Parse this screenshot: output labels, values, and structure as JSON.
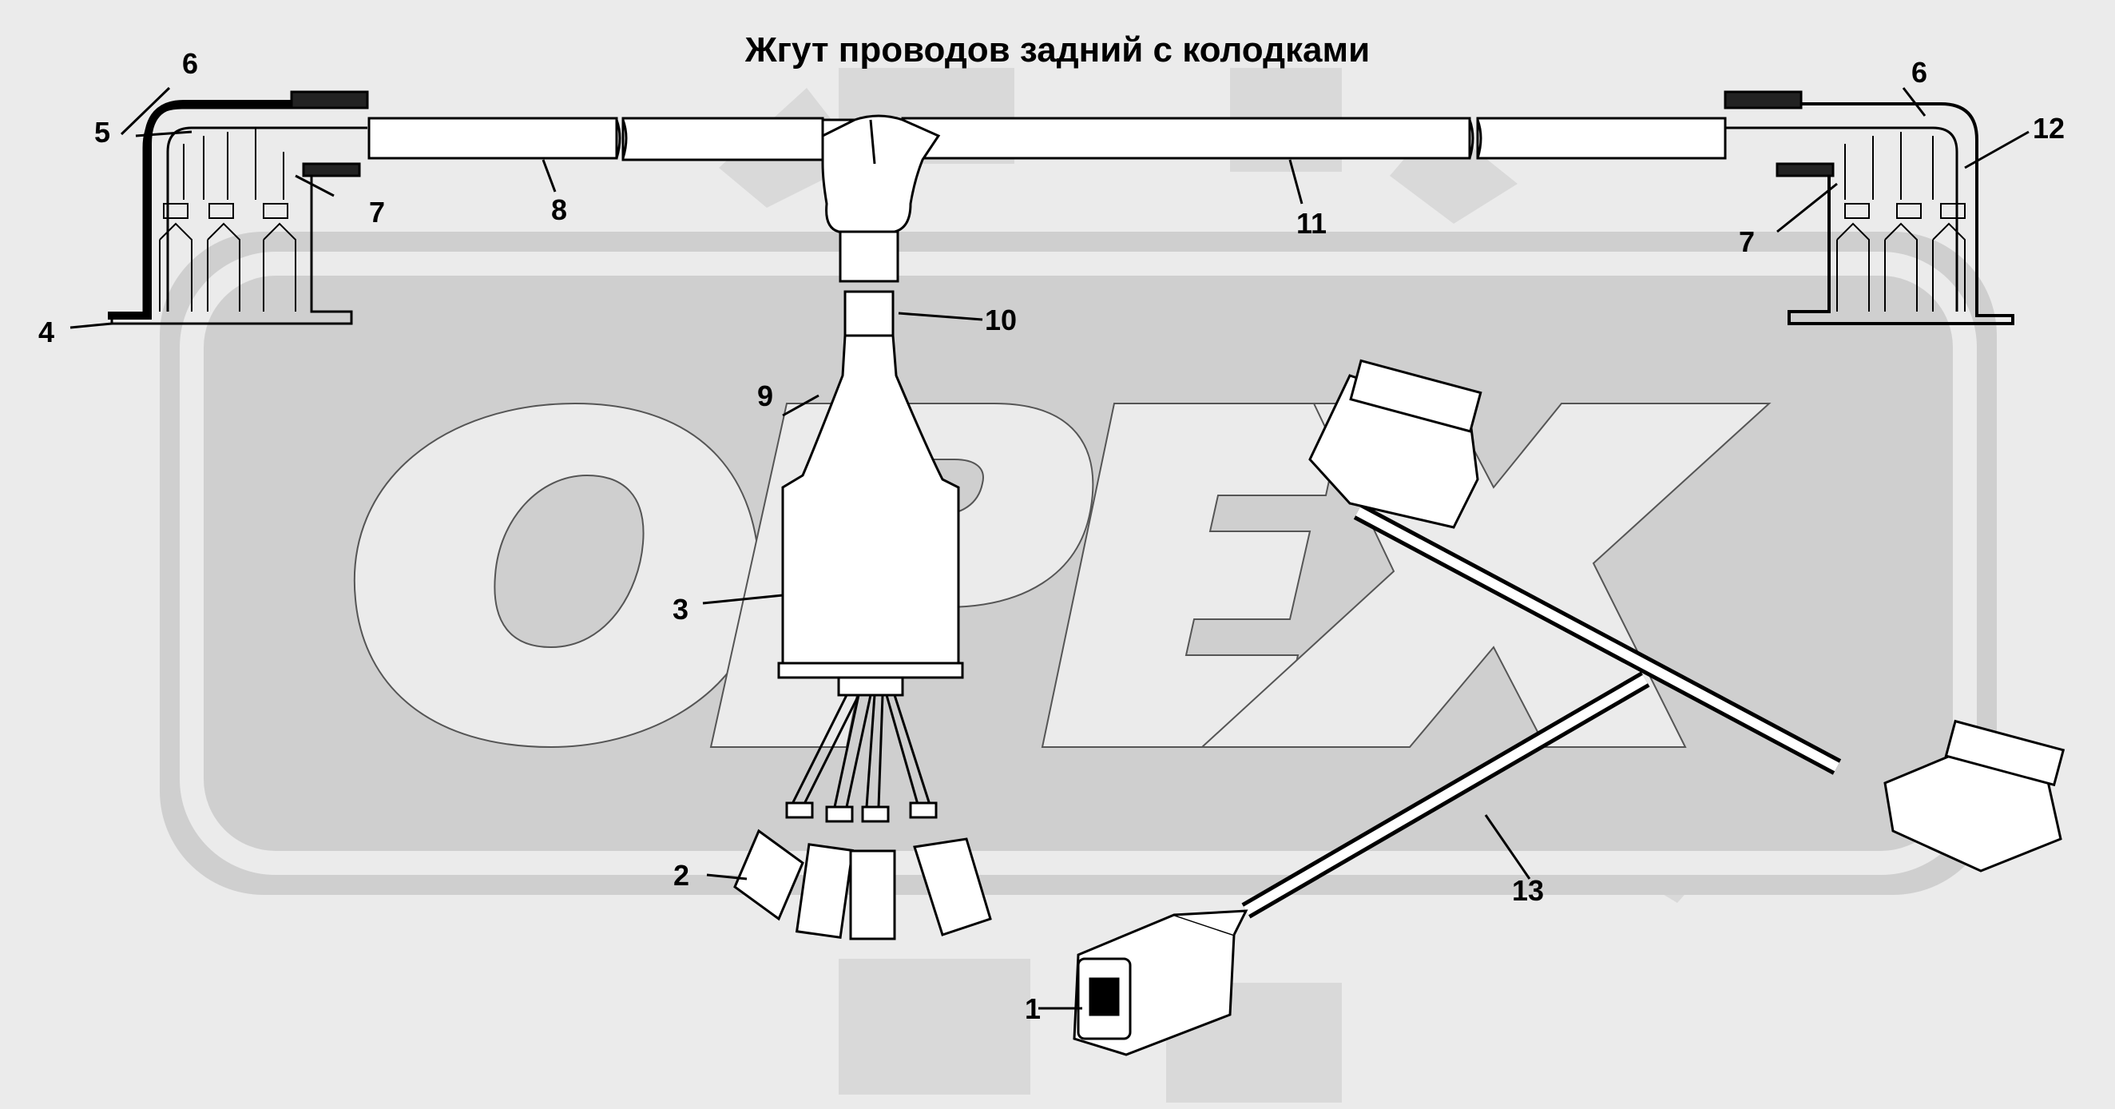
{
  "title": "Жгут проводов задний с колодками",
  "watermark": "OPEX",
  "callouts": {
    "c1": "1",
    "c2": "2",
    "c3": "3",
    "c4": "4",
    "c5": "5",
    "c6_left": "6",
    "c6_right": "6",
    "c7_left": "7",
    "c7_right": "7",
    "c8": "8",
    "c9": "9",
    "c10": "10",
    "c11": "11",
    "c12": "12",
    "c13": "13"
  },
  "colors": {
    "background": "#ebebeb",
    "watermark": "#d6d6d6",
    "ink": "#000000"
  }
}
